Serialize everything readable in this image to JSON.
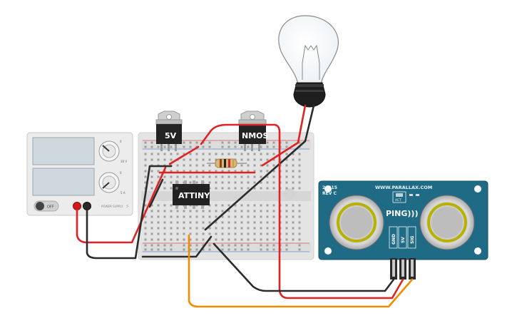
{
  "power_supply": {
    "off_label": "OFF",
    "knob1_marks": [
      "0",
      "30 V"
    ],
    "knob2_marks": [
      "0",
      "5 A"
    ],
    "footer_label": "POWER SUPPLY"
  },
  "components": {
    "regulator_label": "5V",
    "mosfet_label": "NMOS",
    "chip_label": "ATTINY"
  },
  "sensor": {
    "url": "WWW.PARALLAX.COM",
    "model": "28015",
    "revision": "REV C",
    "act_label": "ACT",
    "brand": "PING)))",
    "pins": [
      "GND",
      "5V",
      "SIG"
    ]
  },
  "colors": {
    "wire_red": "#e02222",
    "wire_black": "#2b2b2b",
    "wire_orange": "#f08c00",
    "sensor_board": "#1f6b86",
    "breadboard": "#e6e6e6"
  }
}
